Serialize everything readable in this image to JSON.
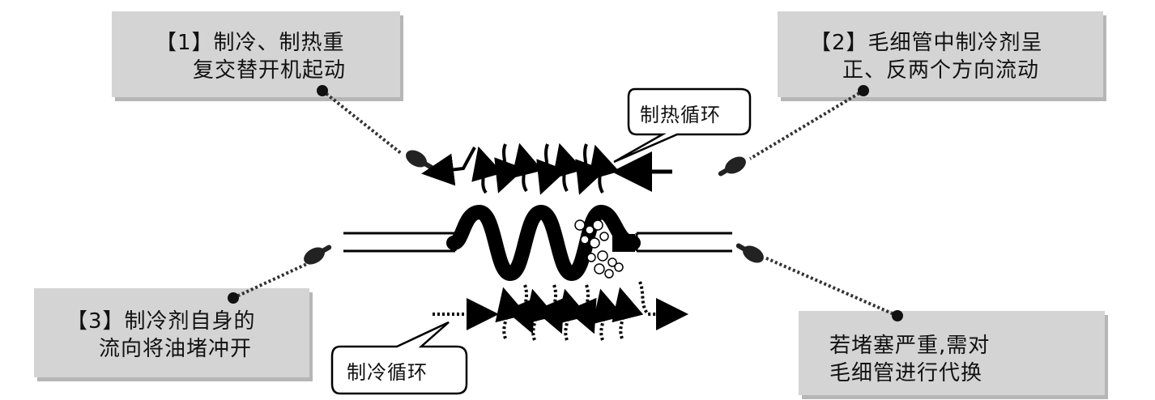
{
  "notes": {
    "note1": {
      "line1": "【1】制冷、制热重",
      "line2": "复交替开机起动"
    },
    "note2": {
      "line1": "【2】毛细管中制冷剂呈",
      "line2": "正、反两个方向流动"
    },
    "note3": {
      "line1": "【3】制冷剂自身的",
      "line2": "流向将油堵冲开"
    },
    "note4": {
      "line1": "若堵塞严重,需对",
      "line2": "毛细管进行代换"
    }
  },
  "callouts": {
    "heating": "制热循环",
    "cooling": "制冷循环"
  },
  "colors": {
    "box_fill": "#d4d4d4",
    "box_shadow": "#b6b6b6",
    "ink": "#000000",
    "leader": "#333333"
  }
}
